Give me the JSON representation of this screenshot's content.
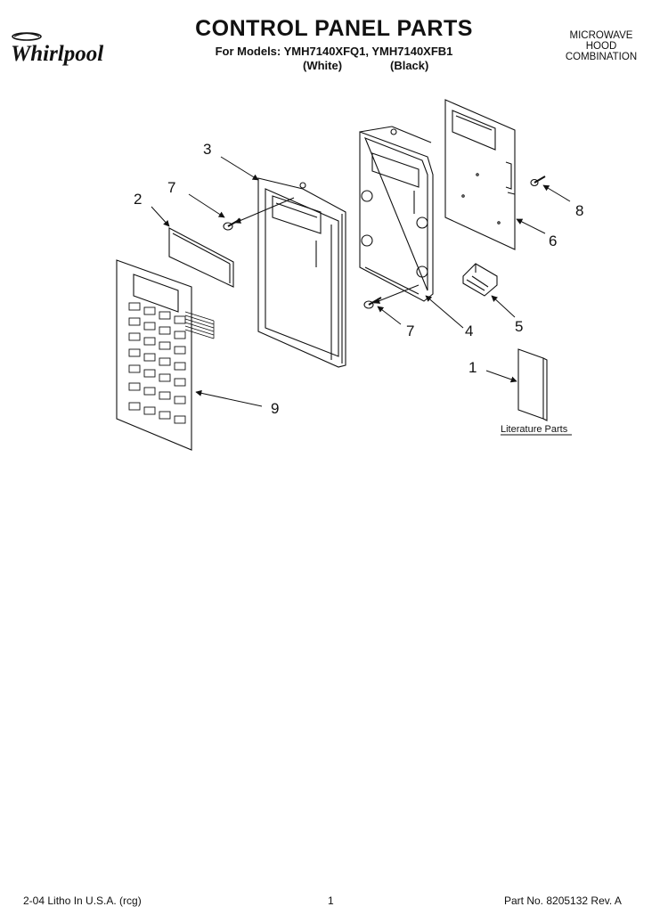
{
  "brand": {
    "name": "Whirlpool"
  },
  "header": {
    "title": "CONTROL PANEL PARTS",
    "models_line": "For Models: YMH7140XFQ1, YMH7140XFB1",
    "color_white": "(White)",
    "color_black": "(Black)",
    "category": [
      "MICROWAVE",
      "HOOD",
      "COMBINATION"
    ]
  },
  "callouts": [
    "3",
    "2",
    "7",
    "8",
    "6",
    "5",
    "4",
    "7",
    "1",
    "9"
  ],
  "literature_label": "Literature Parts",
  "footer": {
    "left": "2-04 Litho In U.S.A. (rcg)",
    "page": "1",
    "right": "Part No. 8205132 Rev. A"
  },
  "colors": {
    "ink": "#111111",
    "background": "#ffffff"
  }
}
